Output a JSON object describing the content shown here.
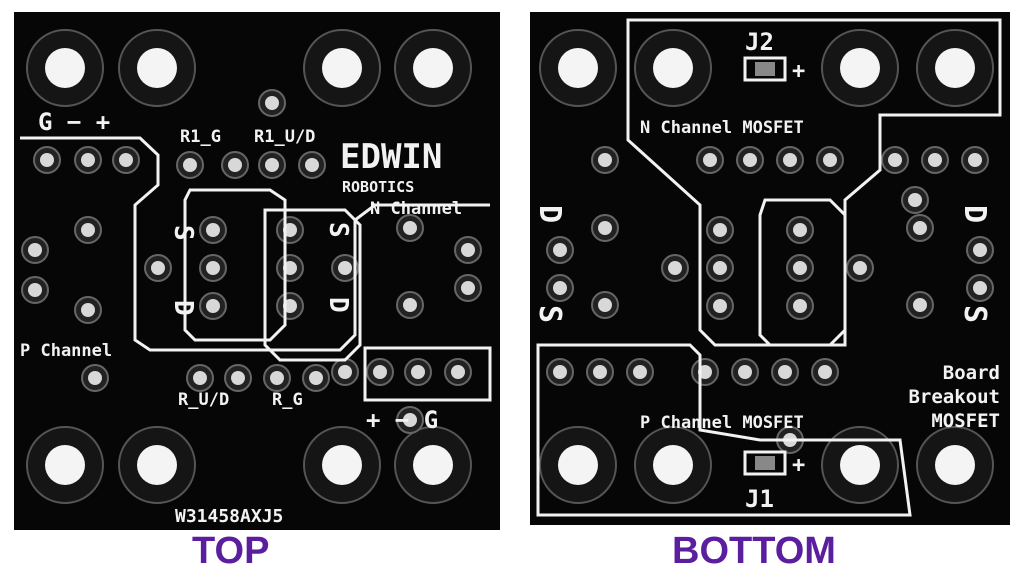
{
  "colors": {
    "board": "#060606",
    "silkscreen": "#f2f2f2",
    "caption": "#5a1e9e"
  },
  "top_board": {
    "caption": "TOP",
    "power_header_top": "G − +",
    "r1_g": "R1_G",
    "r1_ud": "R1_U/D",
    "logo_line1": "EDWIN",
    "logo_line2": "ROBOTICS",
    "n_channel": "N Channel",
    "p_channel": "P Channel",
    "r_ud": "R_U/D",
    "r_g": "R_G",
    "power_header_bottom": "+ − G",
    "serial": "W31458AXJ5",
    "s_label": "S",
    "d_label": "D",
    "g_label": "G"
  },
  "bottom_board": {
    "caption": "BOTTOM",
    "j2": "J2",
    "j1": "J1",
    "n_channel_mosfet": "N Channel MOSFET",
    "p_channel_mosfet": "P Channel MOSFET",
    "title_line1": "Board",
    "title_line2": "Breakout",
    "title_line3": "MOSFET",
    "d_label": "D",
    "s_label": "S",
    "plus": "+"
  }
}
